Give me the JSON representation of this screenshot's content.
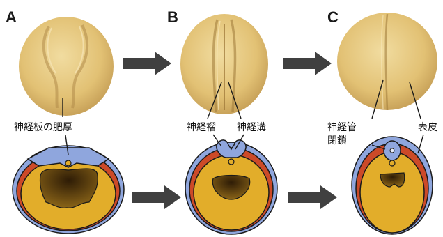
{
  "panels": [
    {
      "letter": "A"
    },
    {
      "letter": "B"
    },
    {
      "letter": "C"
    }
  ],
  "labels": {
    "neural_plate_thickening": "神経板の肥厚",
    "neural_fold": "神経褶",
    "neural_groove": "神経溝",
    "neural_tube_closure_line1": "神経管",
    "neural_tube_closure_line2": "閉鎖",
    "epidermis": "表皮"
  },
  "colors": {
    "embryo_surface": "#e6c87c",
    "ectoderm_blue": "#8fa6dd",
    "mesoderm_red": "#cc4a28",
    "yolk_yellow": "#e2ad2a",
    "cavity_brown": "#6b4a12",
    "arrow_gray": "#404040"
  }
}
